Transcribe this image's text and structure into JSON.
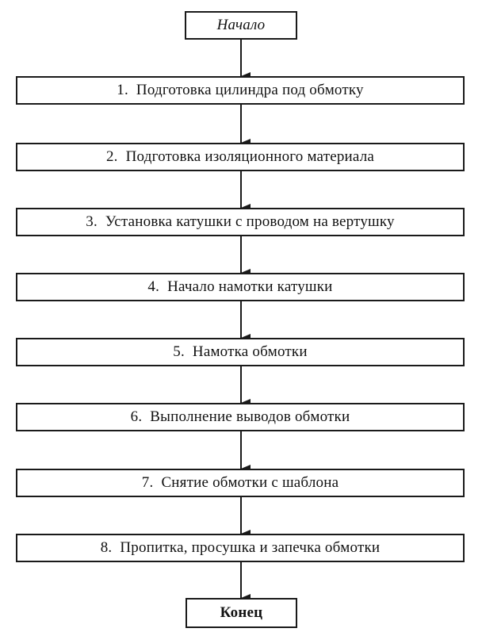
{
  "start": "Начало",
  "steps": [
    {
      "num": "1.",
      "text": "Подготовка цилиндра под обмотку"
    },
    {
      "num": "2.",
      "text": "Подготовка изоляционного материала"
    },
    {
      "num": "3.",
      "text": "Установка катушки с проводом на вертушку"
    },
    {
      "num": "4.",
      "text": "Начало намотки катушки"
    },
    {
      "num": "5.",
      "text": "Намотка обмотки"
    },
    {
      "num": "6.",
      "text": "Выполнение выводов обмотки"
    },
    {
      "num": "7.",
      "text": "Снятие обмотки с шаблона"
    },
    {
      "num": "8.",
      "text": "Пропитка, просушка и запечка обмотки"
    }
  ],
  "end": "Конец"
}
